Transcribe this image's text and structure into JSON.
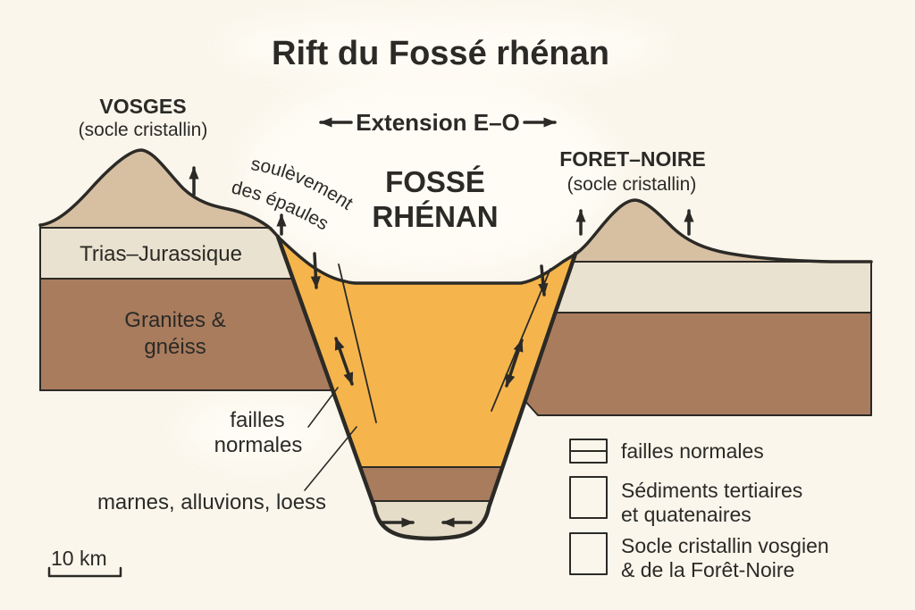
{
  "title": "Rift du Fossé rhénan",
  "diagram": {
    "left_mountain": {
      "label": "VOSGES",
      "sublabel": "(socle cristallin)"
    },
    "right_mountain": {
      "label": "FORET–NOIRE",
      "sublabel": "(socle cristallin)"
    },
    "extension_label": "Extension E–O",
    "graben": {
      "line1": "FOSSÉ",
      "line2": "RHÉNAN"
    },
    "uplift": {
      "line1": "soulèvement",
      "line2": "des épaules"
    },
    "layers": {
      "trias": "Trias–Jurassique",
      "granites_line1": "Granites &",
      "granites_line2": "gnéiss"
    },
    "annotations": {
      "faults_line1": "failles",
      "faults_line2": "normales",
      "fill_label": "marnes, alluvions, loess"
    },
    "scale_bar": "10 km"
  },
  "legend": {
    "items": [
      {
        "swatch": "fault-swatch",
        "lines": [
          "failles normales"
        ]
      },
      {
        "swatch": "sediments-swatch",
        "lines": [
          "Sédiments tertiaires",
          "et quatenaires"
        ]
      },
      {
        "swatch": "socle-swatch",
        "lines": [
          "Socle cristallin vosgien",
          "& de la Forêt-Noire"
        ]
      }
    ]
  },
  "colors": {
    "background": "#faf6ec",
    "sky": "#fffdf6",
    "outline": "#2b2a26",
    "text": "#2b2a26",
    "surface_tan": "#d7bfa2",
    "trias_cream": "#eae2d0",
    "socle_brown": "#a97c5e",
    "sediment_orange": "#f5b54c",
    "basal_cream": "#e6ddc9"
  }
}
